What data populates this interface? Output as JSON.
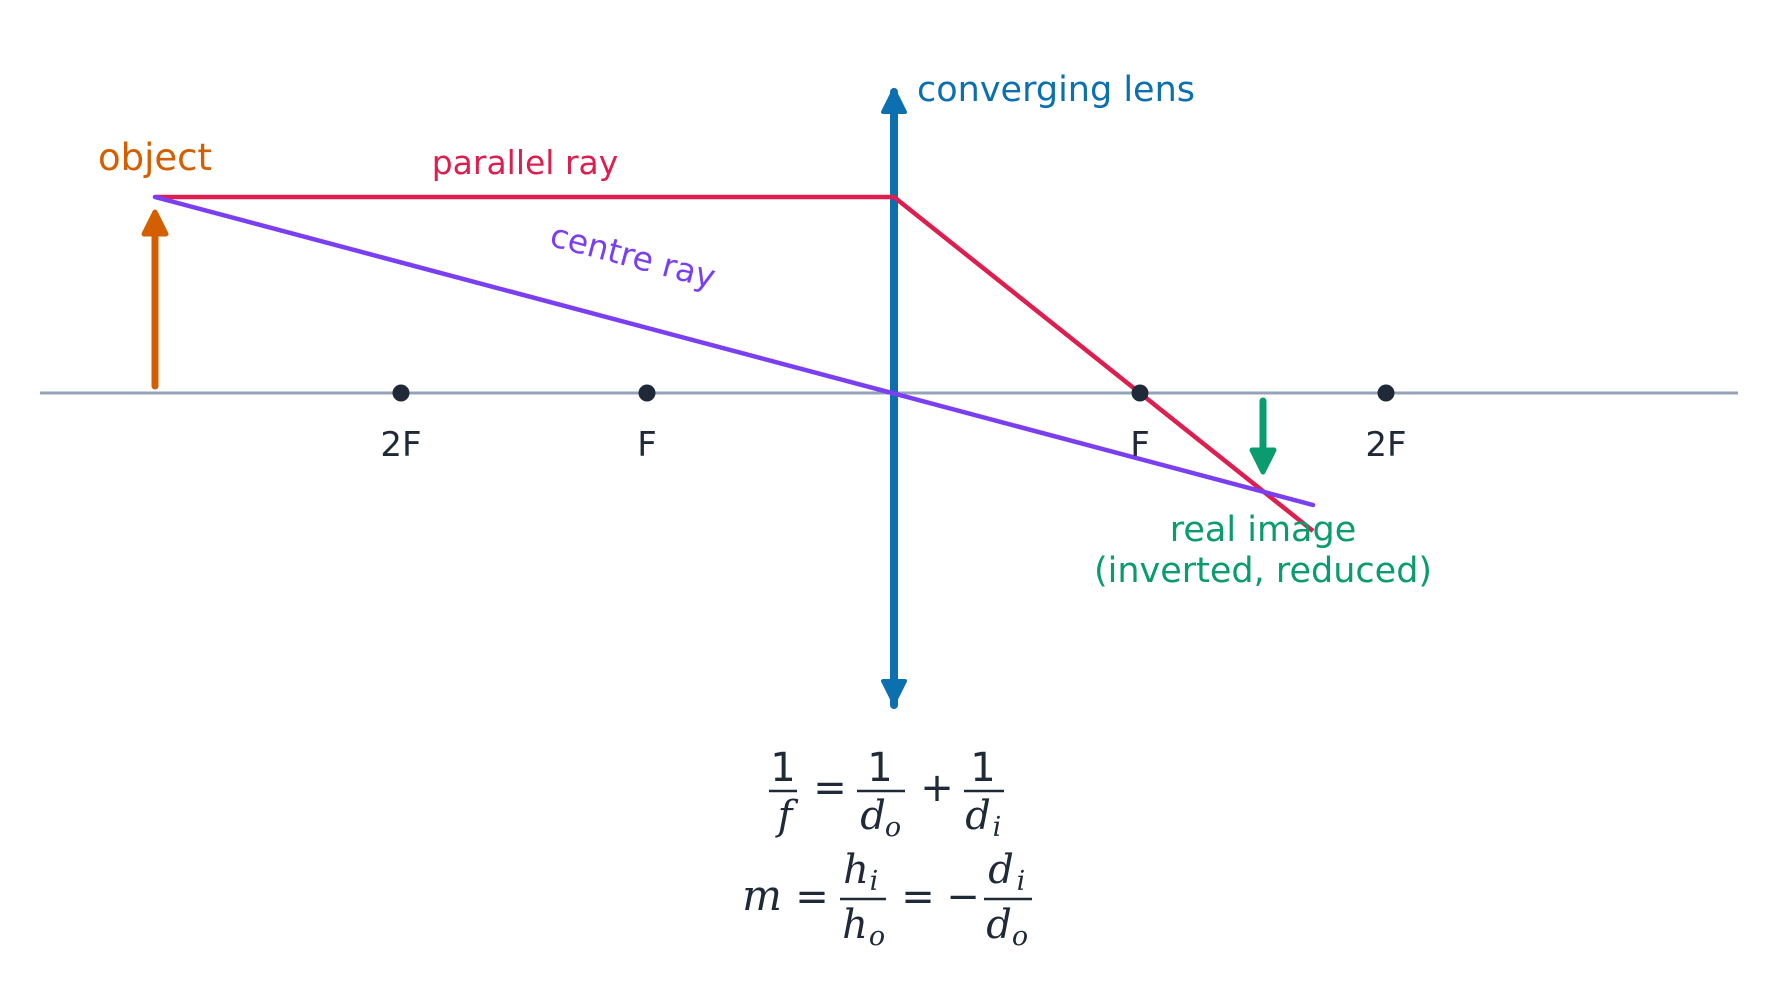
{
  "colors": {
    "axis": "#94a3b8",
    "lens": "#0b6fb0",
    "object": "#d35f00",
    "image": "#0a9b6e",
    "parallel_ray": "#dc1f4e",
    "centre_ray": "#7b3ff2",
    "focal_point": "#1f2937",
    "text": "#1f2937"
  },
  "labels": {
    "lens": "converging lens",
    "object": "object",
    "parallel_ray": "parallel ray",
    "centre_ray": "centre ray",
    "image_line1": "real image",
    "image_line2": "(inverted, reduced)",
    "points": [
      "2F",
      "F",
      "F",
      "2F"
    ]
  },
  "equations": {
    "one": "1",
    "f": "f",
    "d": "d",
    "o": "o",
    "i": "i",
    "h": "h",
    "m": "m",
    "equals": "=",
    "plus": "+",
    "minus": "−"
  },
  "icons": {
    "object_arrow": "arrow-up-icon",
    "image_arrow": "arrow-down-icon",
    "lens_arrows": "double-arrow-icon"
  }
}
